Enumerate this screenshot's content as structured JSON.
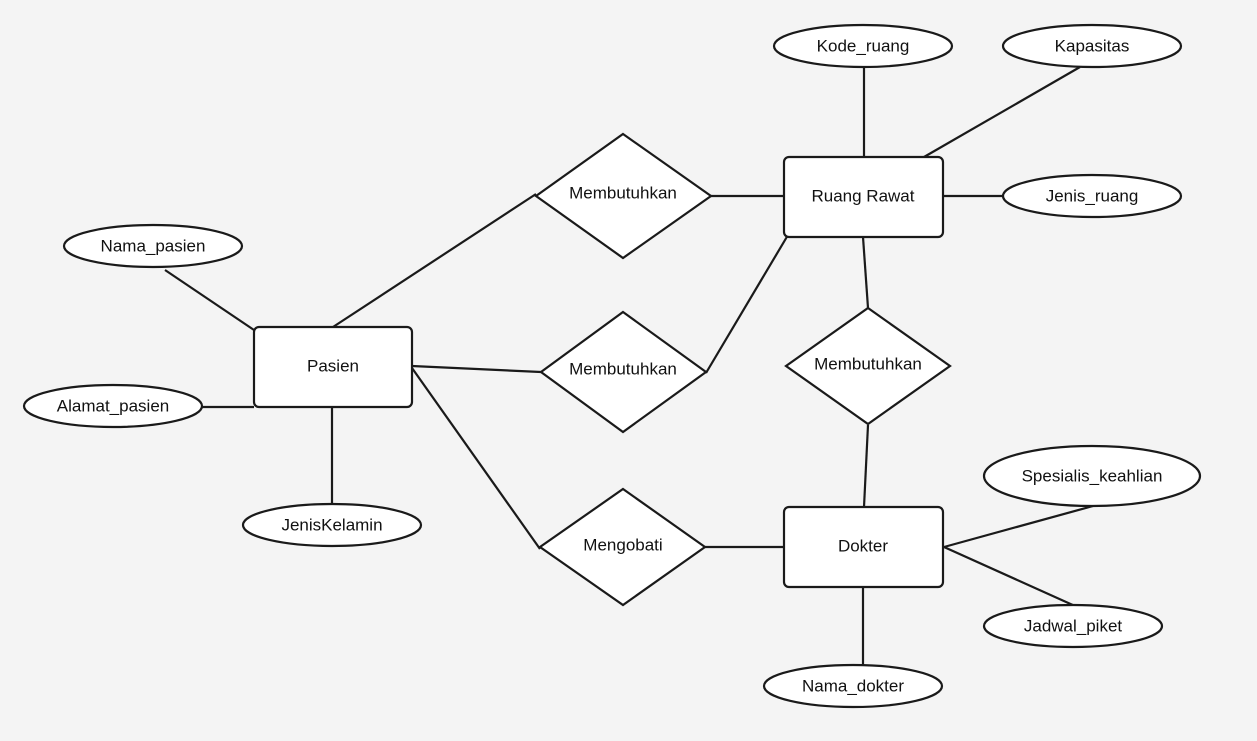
{
  "diagram": {
    "entities": {
      "pasien": "Pasien",
      "ruang_rawat": "Ruang Rawat",
      "dokter": "Dokter"
    },
    "relationships": {
      "rel_pasien_ruang_1": "Membutuhkan",
      "rel_pasien_ruang_2": "Membutuhkan",
      "rel_ruang_dokter": "Membutuhkan",
      "rel_pasien_dokter": "Mengobati"
    },
    "attributes": {
      "nama_pasien": "Nama_pasien",
      "alamat_pasien": "Alamat_pasien",
      "jenis_kelamin": "JenisKelamin",
      "kode_ruang": "Kode_ruang",
      "kapasitas": "Kapasitas",
      "jenis_ruang": "Jenis_ruang",
      "spesialis_keahlian": "Spesialis_keahlian",
      "jadwal_piket": "Jadwal_piket",
      "nama_dokter": "Nama_dokter"
    }
  }
}
